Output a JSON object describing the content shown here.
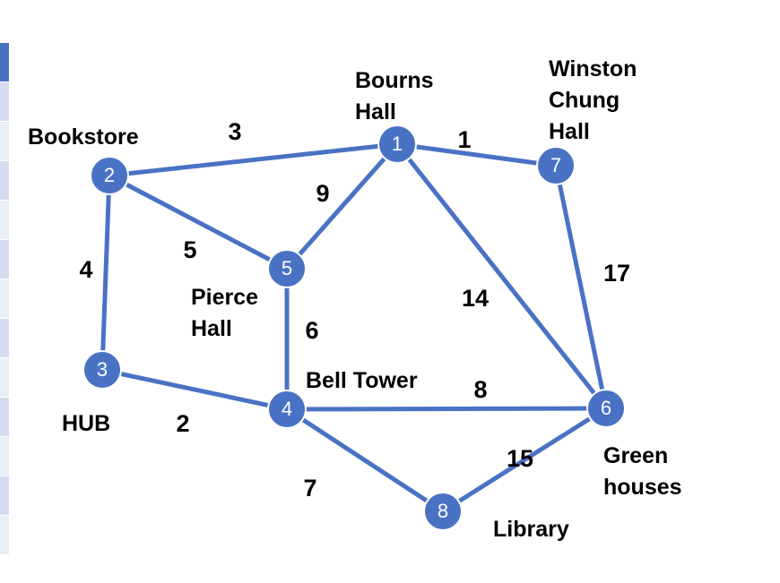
{
  "colors": {
    "edge": "#4A72C4",
    "node_fill": "#4A72C4",
    "node_number": "#ffffff",
    "text": "#000000",
    "strip_dark": "#4A72C4",
    "strip_light": "#D6DCF0",
    "strip_pale": "#EAEEF7"
  },
  "nodes": [
    {
      "id": "1",
      "label": "1"
    },
    {
      "id": "2",
      "label": "2"
    },
    {
      "id": "3",
      "label": "3"
    },
    {
      "id": "4",
      "label": "4"
    },
    {
      "id": "5",
      "label": "5"
    },
    {
      "id": "6",
      "label": "6"
    },
    {
      "id": "7",
      "label": "7"
    },
    {
      "id": "8",
      "label": "8"
    }
  ],
  "edges": [
    {
      "from": "2",
      "to": "1",
      "weight": "3"
    },
    {
      "from": "1",
      "to": "7",
      "weight": "1"
    },
    {
      "from": "1",
      "to": "5",
      "weight": "9"
    },
    {
      "from": "2",
      "to": "5",
      "weight": "5"
    },
    {
      "from": "2",
      "to": "3",
      "weight": "4"
    },
    {
      "from": "1",
      "to": "6",
      "weight": "14"
    },
    {
      "from": "7",
      "to": "6",
      "weight": "17"
    },
    {
      "from": "5",
      "to": "4",
      "weight": "6"
    },
    {
      "from": "3",
      "to": "4",
      "weight": "2"
    },
    {
      "from": "4",
      "to": "6",
      "weight": "8"
    },
    {
      "from": "4",
      "to": "8",
      "weight": "7"
    },
    {
      "from": "8",
      "to": "6",
      "weight": "15"
    }
  ],
  "places": [
    {
      "node": "1",
      "lines": [
        "Bourns",
        "Hall"
      ]
    },
    {
      "node": "2",
      "lines": [
        "Bookstore"
      ]
    },
    {
      "node": "7",
      "lines": [
        "Winston",
        "Chung",
        "Hall"
      ]
    },
    {
      "node": "5",
      "lines": [
        "Pierce",
        "Hall"
      ]
    },
    {
      "node": "3",
      "lines": [
        "HUB"
      ]
    },
    {
      "node": "4",
      "lines": [
        "Bell Tower"
      ]
    },
    {
      "node": "6",
      "lines": [
        "Green",
        "houses"
      ]
    },
    {
      "node": "8",
      "lines": [
        "Library"
      ]
    }
  ]
}
